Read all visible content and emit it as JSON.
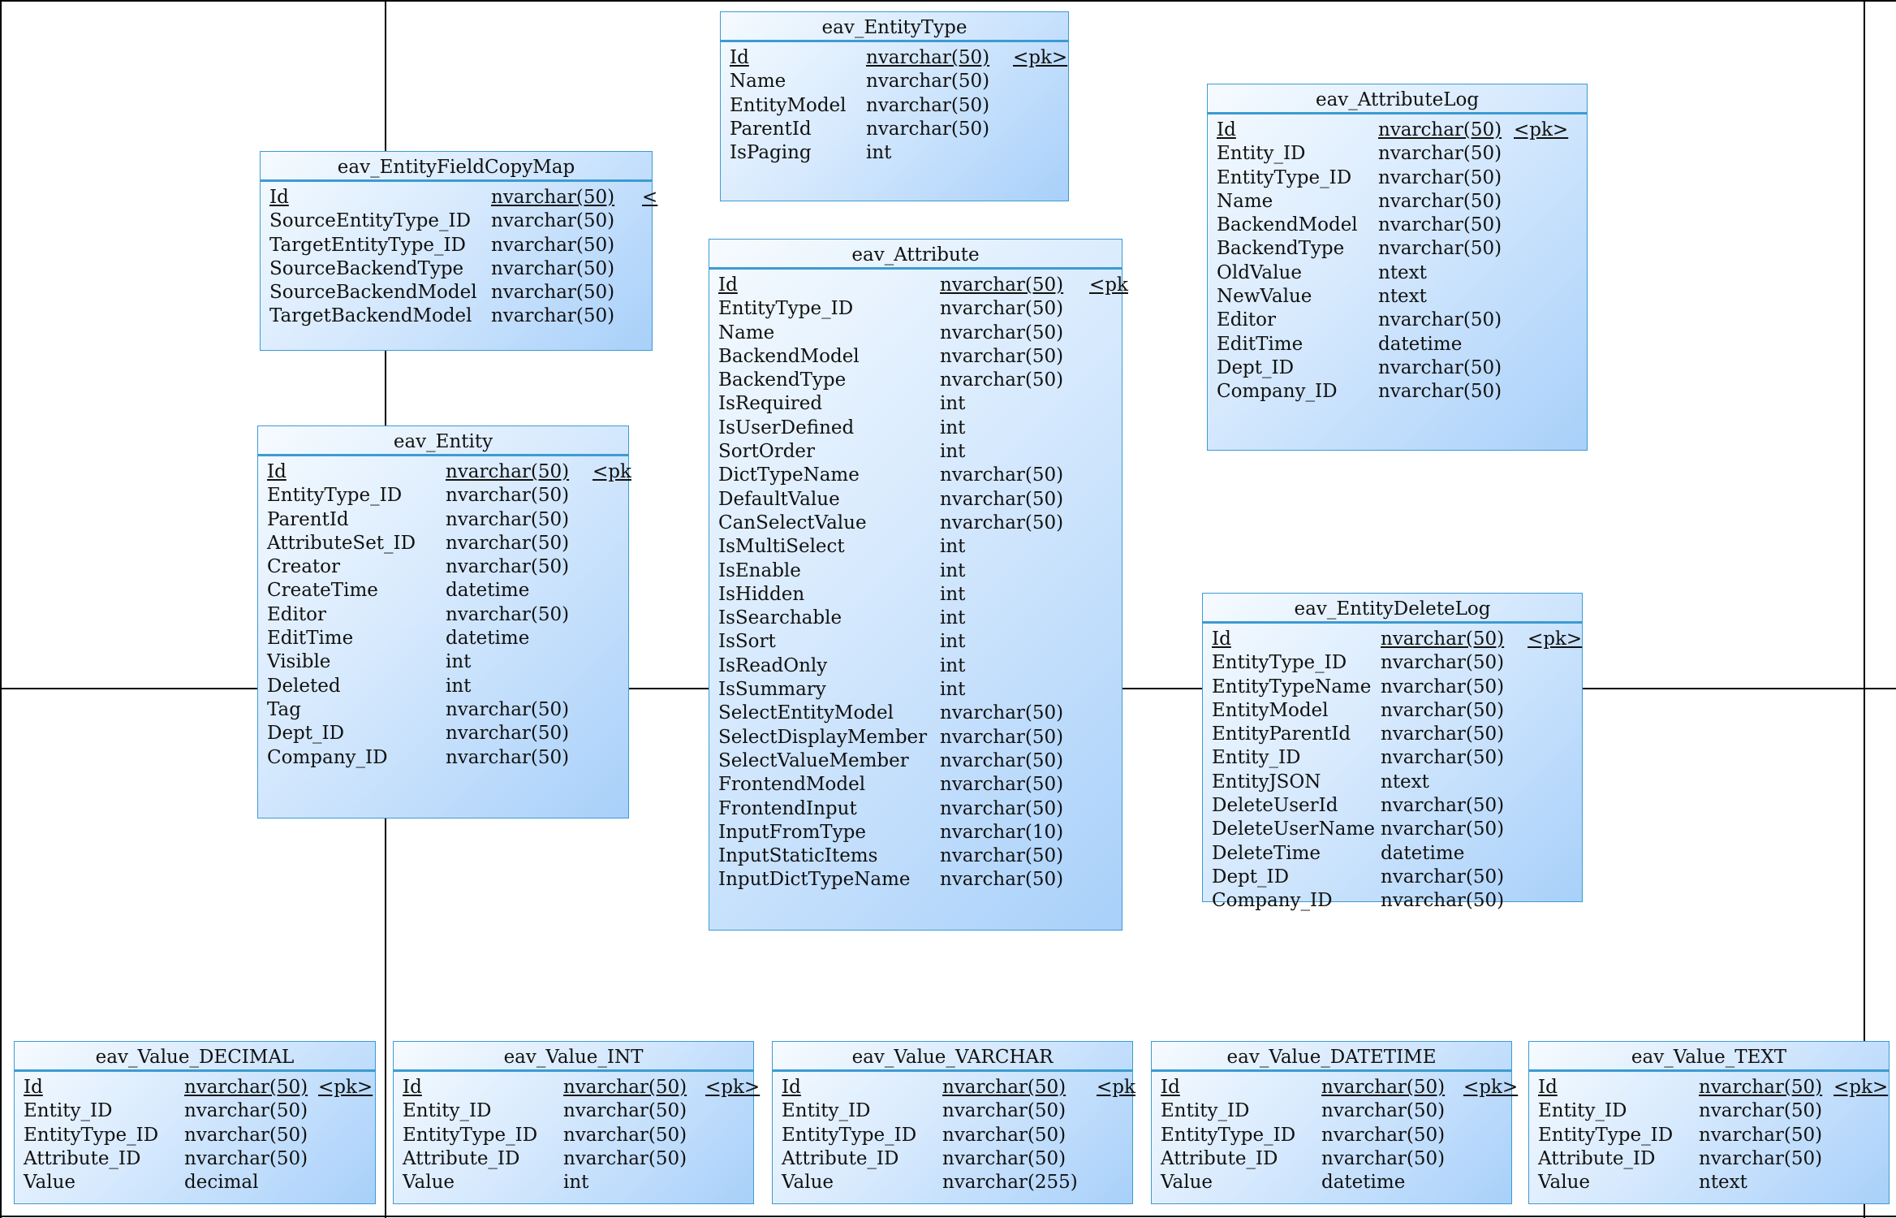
{
  "tables": [
    {
      "name": "eav_EntityType",
      "columns": [
        {
          "name": "Id",
          "type": "nvarchar(50)",
          "key": "<pk>"
        },
        {
          "name": "Name",
          "type": "nvarchar(50)"
        },
        {
          "name": "EntityModel",
          "type": "nvarchar(50)"
        },
        {
          "name": "ParentId",
          "type": "nvarchar(50)"
        },
        {
          "name": "IsPaging",
          "type": "int"
        }
      ]
    },
    {
      "name": "eav_EntityFieldCopyMap",
      "columns": [
        {
          "name": "Id",
          "type": "nvarchar(50)",
          "key": "<"
        },
        {
          "name": "SourceEntityType_ID",
          "type": "nvarchar(50)"
        },
        {
          "name": "TargetEntityType_ID",
          "type": "nvarchar(50)"
        },
        {
          "name": "SourceBackendType",
          "type": "nvarchar(50)"
        },
        {
          "name": "SourceBackendModel",
          "type": "nvarchar(50)"
        },
        {
          "name": "TargetBackendModel",
          "type": "nvarchar(50)"
        }
      ]
    },
    {
      "name": "eav_AttributeLog",
      "columns": [
        {
          "name": "Id",
          "type": "nvarchar(50)",
          "key": "<pk>"
        },
        {
          "name": "Entity_ID",
          "type": "nvarchar(50)"
        },
        {
          "name": "EntityType_ID",
          "type": "nvarchar(50)"
        },
        {
          "name": "Name",
          "type": "nvarchar(50)"
        },
        {
          "name": "BackendModel",
          "type": "nvarchar(50)"
        },
        {
          "name": "BackendType",
          "type": "nvarchar(50)"
        },
        {
          "name": "OldValue",
          "type": "ntext"
        },
        {
          "name": "NewValue",
          "type": "ntext"
        },
        {
          "name": "Editor",
          "type": "nvarchar(50)"
        },
        {
          "name": "EditTime",
          "type": "datetime"
        },
        {
          "name": "Dept_ID",
          "type": "nvarchar(50)"
        },
        {
          "name": "Company_ID",
          "type": "nvarchar(50)"
        }
      ]
    },
    {
      "name": "eav_Attribute",
      "columns": [
        {
          "name": "Id",
          "type": "nvarchar(50)",
          "key": "<pk"
        },
        {
          "name": "EntityType_ID",
          "type": "nvarchar(50)"
        },
        {
          "name": "Name",
          "type": "nvarchar(50)"
        },
        {
          "name": "BackendModel",
          "type": "nvarchar(50)"
        },
        {
          "name": "BackendType",
          "type": "nvarchar(50)"
        },
        {
          "name": "IsRequired",
          "type": "int"
        },
        {
          "name": "IsUserDefined",
          "type": "int"
        },
        {
          "name": "SortOrder",
          "type": "int"
        },
        {
          "name": "DictTypeName",
          "type": "nvarchar(50)"
        },
        {
          "name": "DefaultValue",
          "type": "nvarchar(50)"
        },
        {
          "name": "CanSelectValue",
          "type": "nvarchar(50)"
        },
        {
          "name": "IsMultiSelect",
          "type": "int"
        },
        {
          "name": "IsEnable",
          "type": "int"
        },
        {
          "name": "IsHidden",
          "type": "int"
        },
        {
          "name": "IsSearchable",
          "type": "int"
        },
        {
          "name": "IsSort",
          "type": "int"
        },
        {
          "name": "IsReadOnly",
          "type": "int"
        },
        {
          "name": "IsSummary",
          "type": "int"
        },
        {
          "name": "SelectEntityModel",
          "type": "nvarchar(50)"
        },
        {
          "name": "SelectDisplayMember",
          "type": "nvarchar(50)"
        },
        {
          "name": "SelectValueMember",
          "type": "nvarchar(50)"
        },
        {
          "name": "FrontendModel",
          "type": "nvarchar(50)"
        },
        {
          "name": "FrontendInput",
          "type": "nvarchar(50)"
        },
        {
          "name": "InputFromType",
          "type": "nvarchar(10)"
        },
        {
          "name": "InputStaticItems",
          "type": "nvarchar(50)"
        },
        {
          "name": "InputDictTypeName",
          "type": "nvarchar(50)"
        }
      ]
    },
    {
      "name": "eav_Entity",
      "columns": [
        {
          "name": "Id",
          "type": "nvarchar(50)",
          "key": "<pk"
        },
        {
          "name": "EntityType_ID",
          "type": "nvarchar(50)"
        },
        {
          "name": "ParentId",
          "type": "nvarchar(50)"
        },
        {
          "name": "AttributeSet_ID",
          "type": "nvarchar(50)"
        },
        {
          "name": "Creator",
          "type": "nvarchar(50)"
        },
        {
          "name": "CreateTime",
          "type": "datetime"
        },
        {
          "name": "Editor",
          "type": "nvarchar(50)"
        },
        {
          "name": "EditTime",
          "type": "datetime"
        },
        {
          "name": "Visible",
          "type": "int"
        },
        {
          "name": "Deleted",
          "type": "int"
        },
        {
          "name": "Tag",
          "type": "nvarchar(50)"
        },
        {
          "name": "Dept_ID",
          "type": "nvarchar(50)"
        },
        {
          "name": "Company_ID",
          "type": "nvarchar(50)"
        }
      ]
    },
    {
      "name": "eav_EntityDeleteLog",
      "columns": [
        {
          "name": "Id",
          "type": "nvarchar(50)",
          "key": "<pk>"
        },
        {
          "name": "EntityType_ID",
          "type": "nvarchar(50)"
        },
        {
          "name": "EntityTypeName",
          "type": "nvarchar(50)"
        },
        {
          "name": "EntityModel",
          "type": "nvarchar(50)"
        },
        {
          "name": "EntityParentId",
          "type": "nvarchar(50)"
        },
        {
          "name": "Entity_ID",
          "type": "nvarchar(50)"
        },
        {
          "name": "EntityJSON",
          "type": "ntext"
        },
        {
          "name": "DeleteUserId",
          "type": "nvarchar(50)"
        },
        {
          "name": "DeleteUserName",
          "type": "nvarchar(50)"
        },
        {
          "name": "DeleteTime",
          "type": "datetime"
        },
        {
          "name": "Dept_ID",
          "type": "nvarchar(50)"
        },
        {
          "name": "Company_ID",
          "type": "nvarchar(50)"
        }
      ]
    },
    {
      "name": "eav_Value_DECIMAL",
      "columns": [
        {
          "name": "Id",
          "type": "nvarchar(50)",
          "key": "<pk>"
        },
        {
          "name": "Entity_ID",
          "type": "nvarchar(50)"
        },
        {
          "name": "EntityType_ID",
          "type": "nvarchar(50)"
        },
        {
          "name": "Attribute_ID",
          "type": "nvarchar(50)"
        },
        {
          "name": "Value",
          "type": "decimal"
        }
      ]
    },
    {
      "name": "eav_Value_INT",
      "columns": [
        {
          "name": "Id",
          "type": "nvarchar(50)",
          "key": "<pk>"
        },
        {
          "name": "Entity_ID",
          "type": "nvarchar(50)"
        },
        {
          "name": "EntityType_ID",
          "type": "nvarchar(50)"
        },
        {
          "name": "Attribute_ID",
          "type": "nvarchar(50)"
        },
        {
          "name": "Value",
          "type": "int"
        }
      ]
    },
    {
      "name": "eav_Value_VARCHAR",
      "columns": [
        {
          "name": "Id",
          "type": "nvarchar(50)",
          "key": "<pk"
        },
        {
          "name": "Entity_ID",
          "type": "nvarchar(50)"
        },
        {
          "name": "EntityType_ID",
          "type": "nvarchar(50)"
        },
        {
          "name": "Attribute_ID",
          "type": "nvarchar(50)"
        },
        {
          "name": "Value",
          "type": "nvarchar(255)"
        }
      ]
    },
    {
      "name": "eav_Value_DATETIME",
      "columns": [
        {
          "name": "Id",
          "type": "nvarchar(50)",
          "key": "<pk>"
        },
        {
          "name": "Entity_ID",
          "type": "nvarchar(50)"
        },
        {
          "name": "EntityType_ID",
          "type": "nvarchar(50)"
        },
        {
          "name": "Attribute_ID",
          "type": "nvarchar(50)"
        },
        {
          "name": "Value",
          "type": "datetime"
        }
      ]
    },
    {
      "name": "eav_Value_TEXT",
      "columns": [
        {
          "name": "Id",
          "type": "nvarchar(50)",
          "key": "<pk>"
        },
        {
          "name": "Entity_ID",
          "type": "nvarchar(50)"
        },
        {
          "name": "EntityType_ID",
          "type": "nvarchar(50)"
        },
        {
          "name": "Attribute_ID",
          "type": "nvarchar(50)"
        },
        {
          "name": "Value",
          "type": "ntext"
        }
      ]
    }
  ]
}
